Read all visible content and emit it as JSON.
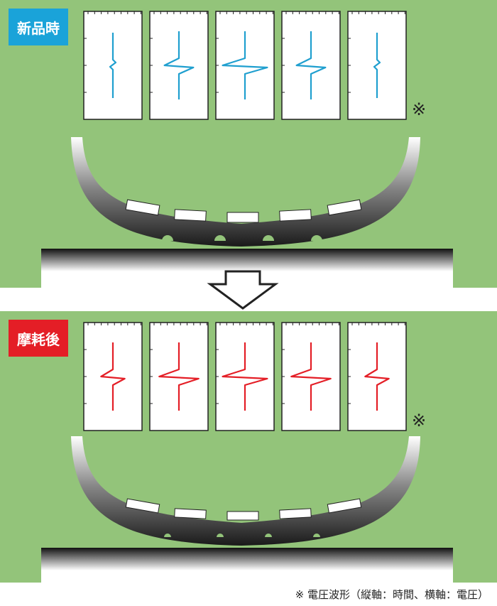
{
  "panels": [
    {
      "id": "new",
      "label": "新品時",
      "label_color": "#1aa3d9",
      "wave_color": "#1f9fcf",
      "waveforms": [
        {
          "kind": "flat",
          "amp": 0.18
        },
        {
          "kind": "spike",
          "amp": 0.55
        },
        {
          "kind": "spike",
          "amp": 0.85
        },
        {
          "kind": "spike",
          "amp": 0.55
        },
        {
          "kind": "flat",
          "amp": 0.18
        }
      ],
      "note_mark": "※",
      "wear": "new"
    },
    {
      "id": "worn",
      "label": "摩耗後",
      "label_color": "#e41e26",
      "wave_color": "#e41e26",
      "waveforms": [
        {
          "kind": "spike",
          "amp": 0.45
        },
        {
          "kind": "spike",
          "amp": 0.75
        },
        {
          "kind": "spike",
          "amp": 0.85
        },
        {
          "kind": "spike",
          "amp": 0.75
        },
        {
          "kind": "spike",
          "amp": 0.45
        }
      ],
      "note_mark": "※",
      "wear": "worn"
    }
  ],
  "footnote": "※ 電圧波形（縦軸：時間、横軸：電圧）"
}
